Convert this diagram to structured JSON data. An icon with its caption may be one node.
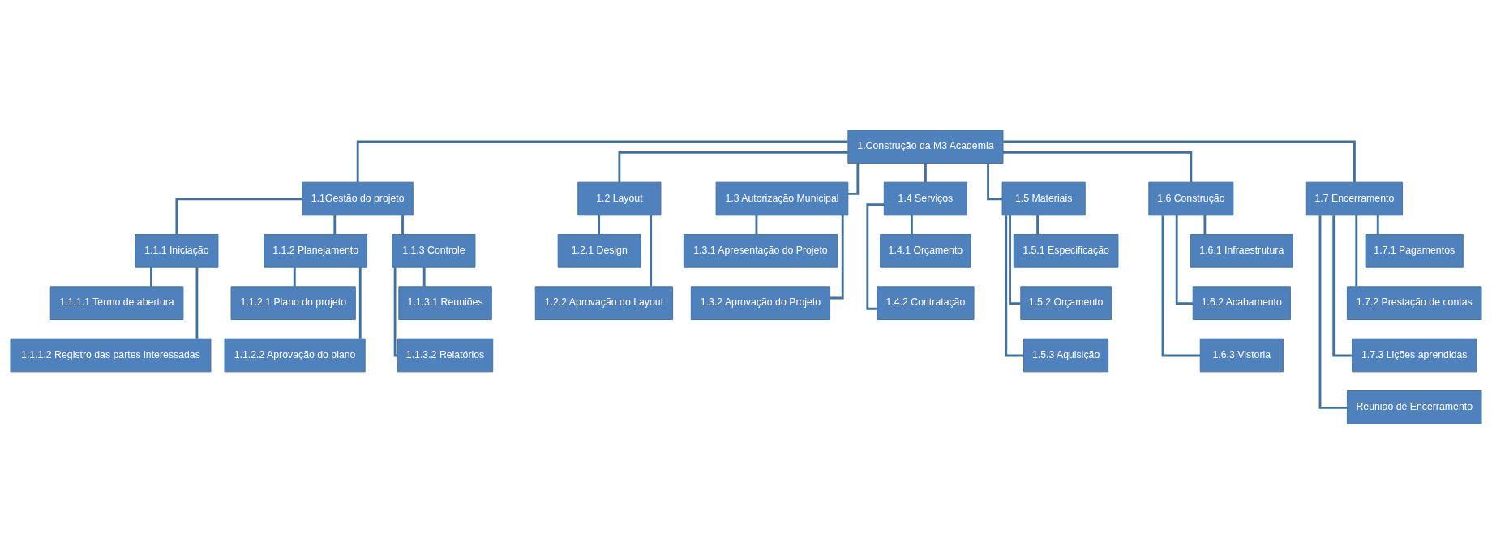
{
  "diagram": {
    "nodes": [
      {
        "text": [
          "1.Construção da M3 Academia"
        ]
      },
      {
        "text": [
          "1.1Gestão do projeto"
        ]
      },
      {
        "text": [
          "1.1.1 Iniciação"
        ]
      },
      {
        "text": [
          "1.1.1.1 Termo de abertura"
        ]
      },
      {
        "text": [
          "1.1.1.2 Registro das partes interessadas"
        ]
      },
      {
        "text": [
          "1.1.2 Planejamento"
        ]
      },
      {
        "text": [
          "1.1.2.1 Plano do projeto"
        ]
      },
      {
        "text": [
          "1.1.2.2 Aprovação do plano"
        ]
      },
      {
        "text": [
          "1.1.3 Controle"
        ]
      },
      {
        "text": [
          "1.1.3.1 Reuniões"
        ]
      },
      {
        "text": [
          "1.1.3.2 Relatórios"
        ]
      },
      {
        "text": [
          "1.2 Layout"
        ]
      },
      {
        "text": [
          "1.2.1 Design"
        ]
      },
      {
        "text": [
          "1.2.2 Aprovação do Layout"
        ]
      },
      {
        "text": [
          "1.3 Autorização Municipal"
        ]
      },
      {
        "text": [
          "1.3.1 Apresentação do Projeto"
        ]
      },
      {
        "text": [
          "1.3.2 Aprovação do Projeto"
        ]
      },
      {
        "text": [
          "1.4 Serviços"
        ]
      },
      {
        "text": [
          "1.4.1 Orçamento"
        ]
      },
      {
        "text": [
          "1.4.2 Contratação"
        ]
      },
      {
        "text": [
          "1.5 Materiais"
        ]
      },
      {
        "text": [
          "1.5.1 Especificação"
        ]
      },
      {
        "text": [
          "1.5.2 Orçamento"
        ]
      },
      {
        "text": [
          "1.5.3 Aquisição"
        ]
      },
      {
        "text": [
          "1.6 Construção"
        ]
      },
      {
        "text": [
          "1.6.1 Infraestrutura"
        ]
      },
      {
        "text": [
          "1.6.2 Acabamento"
        ]
      },
      {
        "text": [
          "1.6.3 Vistoria"
        ]
      },
      {
        "text": [
          "1.7 Encerramento"
        ]
      },
      {
        "text": [
          "1.7.1 Pagamentos"
        ]
      },
      {
        "text": [
          "1.7.2 Prestação de contas"
        ]
      },
      {
        "text": [
          "1.7.3 Lições aprendidas"
        ]
      },
      {
        "text": [
          "Reunião de Encerramento"
        ]
      }
    ],
    "edges": [
      {
        "from": 0,
        "to": 1,
        "arrow": "none"
      },
      {
        "from": 1,
        "to": 2,
        "arrow": "none"
      },
      {
        "from": 2,
        "to": 3,
        "arrow": "none"
      },
      {
        "from": 2,
        "to": 4,
        "arrow": "none"
      },
      {
        "from": 1,
        "to": 5,
        "arrow": "none"
      },
      {
        "from": 5,
        "to": 6,
        "arrow": "none"
      },
      {
        "from": 5,
        "to": 7,
        "arrow": "none"
      },
      {
        "from": 1,
        "to": 8,
        "arrow": "none"
      },
      {
        "from": 8,
        "to": 9,
        "arrow": "none"
      },
      {
        "from": 8,
        "to": 10,
        "arrow": "none"
      },
      {
        "from": 0,
        "to": 11,
        "arrow": "none"
      },
      {
        "from": 11,
        "to": 12,
        "arrow": "none"
      },
      {
        "from": 11,
        "to": 13,
        "arrow": "none"
      },
      {
        "from": 0,
        "to": 14,
        "arrow": "none"
      },
      {
        "from": 14,
        "to": 15,
        "arrow": "none"
      },
      {
        "from": 14,
        "to": 16,
        "arrow": "none"
      },
      {
        "from": 0,
        "to": 17,
        "arrow": "none"
      },
      {
        "from": 17,
        "to": 18,
        "arrow": "none"
      },
      {
        "from": 17,
        "to": 19,
        "arrow": "none"
      },
      {
        "from": 0,
        "to": 20,
        "arrow": "none"
      },
      {
        "from": 20,
        "to": 21,
        "arrow": "none"
      },
      {
        "from": 20,
        "to": 22,
        "arrow": "none"
      },
      {
        "from": 20,
        "to": 23,
        "arrow": "none"
      },
      {
        "from": 0,
        "to": 24,
        "arrow": "none"
      },
      {
        "from": 24,
        "to": 25,
        "arrow": "none"
      },
      {
        "from": 24,
        "to": 26,
        "arrow": "none"
      },
      {
        "from": 24,
        "to": 27,
        "arrow": "none"
      },
      {
        "from": 0,
        "to": 28,
        "arrow": "none"
      },
      {
        "from": 28,
        "to": 29,
        "arrow": "none"
      },
      {
        "from": 28,
        "to": 30,
        "arrow": "none"
      },
      {
        "from": 28,
        "to": 31,
        "arrow": "none"
      },
      {
        "from": 28,
        "to": 32,
        "arrow": "none"
      }
    ]
  }
}
